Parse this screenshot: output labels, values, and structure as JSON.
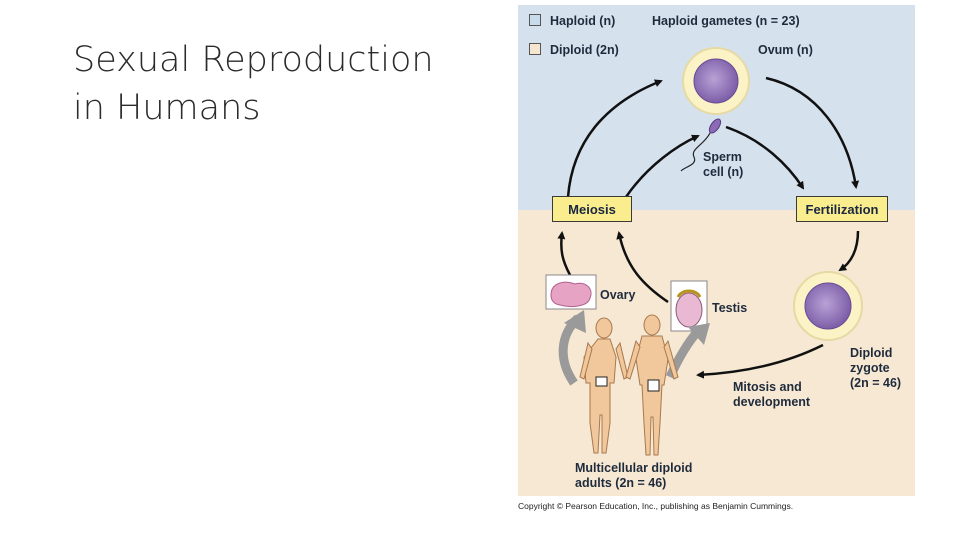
{
  "title": {
    "line1": "Sexual Reproduction",
    "line2": "in Humans"
  },
  "legend": {
    "haploid": "Haploid (n)",
    "diploid": "Diploid (2n)",
    "haploid_color": "#c9dcec",
    "diploid_color": "#f6e6cf"
  },
  "labels": {
    "haploid_gametes": "Haploid gametes (n = 23)",
    "ovum": "Ovum (n)",
    "sperm_line1": "Sperm",
    "sperm_line2": "cell (n)",
    "meiosis": "Meiosis",
    "fertilization": "Fertilization",
    "ovary": "Ovary",
    "testis": "Testis",
    "zygote_line1": "Diploid",
    "zygote_line2": "zygote",
    "zygote_line3": "(2n = 46)",
    "mitosis_line1": "Mitosis and",
    "mitosis_line2": "development",
    "adults_line1": "Multicellular diploid",
    "adults_line2": "adults (2n = 46)"
  },
  "copyright": "Copyright © Pearson Education, Inc., publishing as Benjamin Cummings."
}
